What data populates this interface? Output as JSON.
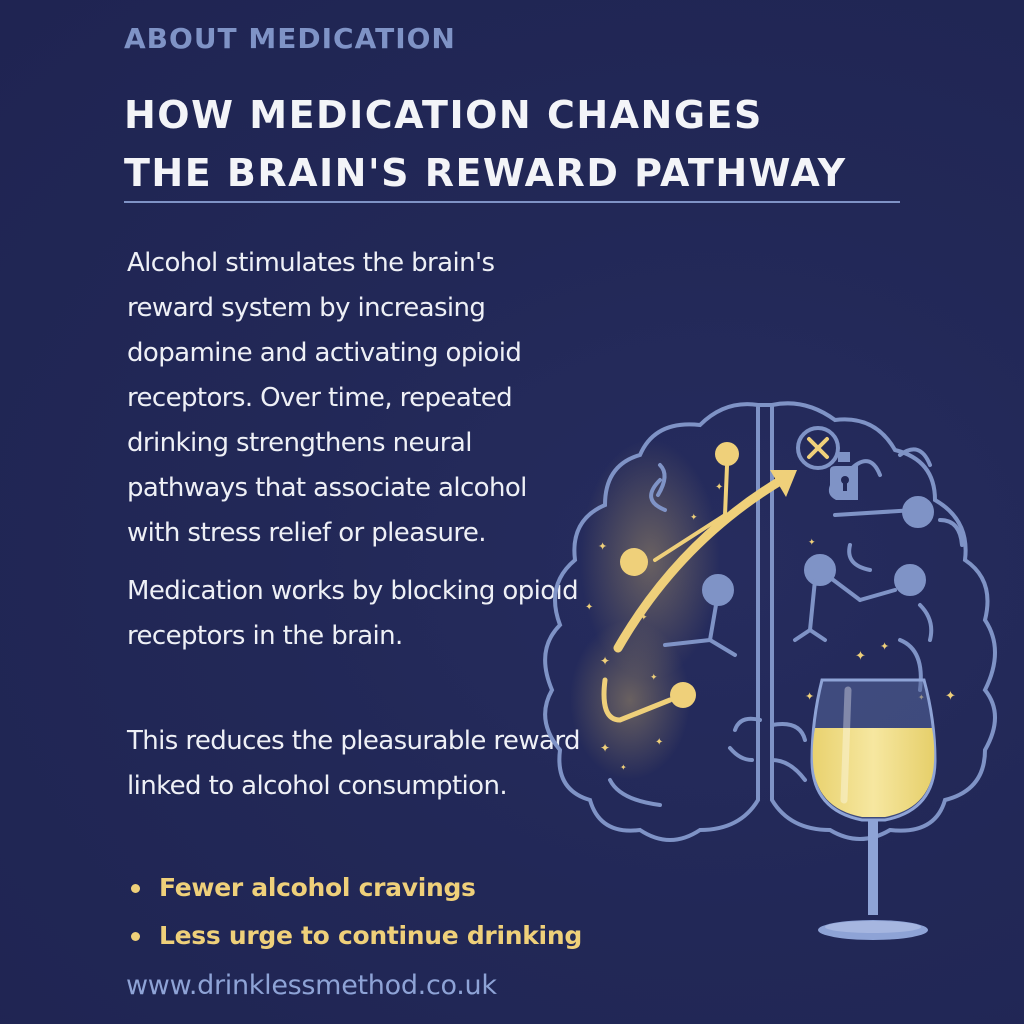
{
  "header": {
    "eyebrow": "ABOUT MEDICATION",
    "title_line1": "HOW MEDICATION CHANGES",
    "title_line2": "THE BRAIN'S REWARD PATHWAY"
  },
  "body": {
    "paragraph1": "Alcohol stimulates the brain's reward system by increasing dopamine and activating opioid receptors. Over time, repeated drinking strengthens neural pathways that associate alcohol with stress relief or pleasure.",
    "paragraph2": "Medication works by blocking opioid receptors in the brain.",
    "paragraph3": "This reduces the pleasurable reward linked to alcohol consumption."
  },
  "benefits": [
    {
      "label": "Fewer alcohol cravings"
    },
    {
      "label": "Less urge to continue drinking"
    }
  ],
  "footer": {
    "website": "www.drinklessmethod.co.uk"
  },
  "illustration": {
    "icons": [
      "brain-icon",
      "pathway-arrow-icon",
      "blocked-receptor-icon",
      "lock-icon",
      "wine-glass-icon",
      "sparkle-icon"
    ]
  },
  "colors": {
    "background": "#222857",
    "eyebrow": "#7f93c6",
    "title": "#f3f4f8",
    "body_text": "#eef0f6",
    "accent_gold": "#efd07a",
    "brain_outline": "#7f93c6",
    "footer": "#8ea3d6"
  }
}
